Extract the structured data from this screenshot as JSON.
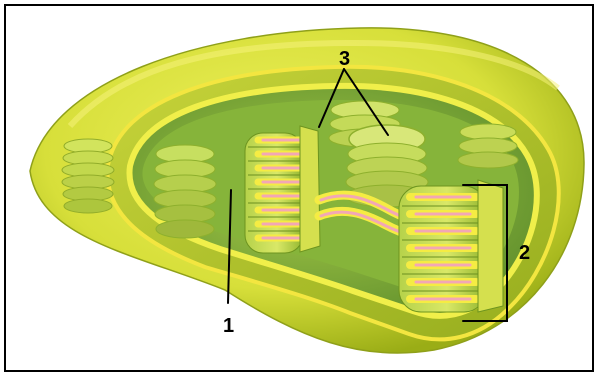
{
  "diagram": {
    "labels": {
      "one": "1",
      "two": "2",
      "three": "3"
    },
    "colors": {
      "outer_membrane": "#d7df3a",
      "outer_membrane_shadow": "#9aad16",
      "inner_membrane": "#eef04a",
      "stroma": "#86b43a",
      "stroma_light": "#a9cc49",
      "thylakoid": "#e9e44e",
      "lumen": "#f2a7b5",
      "line": "#000000"
    }
  }
}
